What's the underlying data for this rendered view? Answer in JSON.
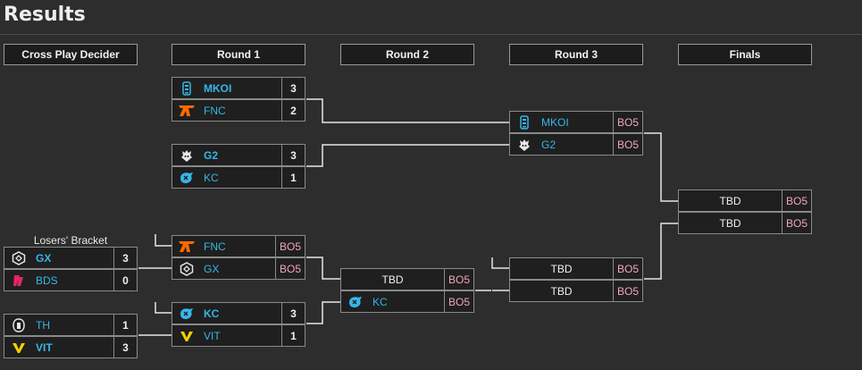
{
  "page": {
    "title": "Results"
  },
  "headers": {
    "cpd": "Cross Play Decider",
    "r1": "Round 1",
    "r2": "Round 2",
    "r3": "Round 3",
    "finals": "Finals"
  },
  "losers_bracket_label": "Losers' Bracket",
  "cpd": {
    "m1": [
      {
        "team": "GX",
        "score": "3"
      },
      {
        "team": "BDS",
        "score": "0"
      }
    ],
    "m2": [
      {
        "team": "TH",
        "score": "1"
      },
      {
        "team": "VIT",
        "score": "3"
      }
    ]
  },
  "round1": {
    "m1": [
      {
        "team": "MKOI",
        "score": "3"
      },
      {
        "team": "FNC",
        "score": "2"
      }
    ],
    "m2": [
      {
        "team": "G2",
        "score": "3"
      },
      {
        "team": "KC",
        "score": "1"
      }
    ],
    "m3": [
      {
        "team": "FNC",
        "score": "BO5"
      },
      {
        "team": "GX",
        "score": "BO5"
      }
    ],
    "m4": [
      {
        "team": "KC",
        "score": "3"
      },
      {
        "team": "VIT",
        "score": "1"
      }
    ]
  },
  "round2": {
    "m1": [
      {
        "team": "TBD",
        "score": "BO5"
      },
      {
        "team": "KC",
        "score": "BO5"
      }
    ]
  },
  "round3": {
    "m1": [
      {
        "team": "MKOI",
        "score": "BO5"
      },
      {
        "team": "G2",
        "score": "BO5"
      }
    ],
    "m2": [
      {
        "team": "TBD",
        "score": "BO5"
      },
      {
        "team": "TBD",
        "score": "BO5"
      }
    ]
  },
  "finals": {
    "m1": [
      {
        "team": "TBD",
        "score": "BO5"
      },
      {
        "team": "TBD",
        "score": "BO5"
      }
    ]
  },
  "colors": {
    "background": "#2d2d2d",
    "team_text": "#36b6e8",
    "bo5_text": "#f2a6b5",
    "fnc_orange": "#ff6a00",
    "bds_pink": "#e6246b",
    "vit_yellow": "#f5d000"
  }
}
